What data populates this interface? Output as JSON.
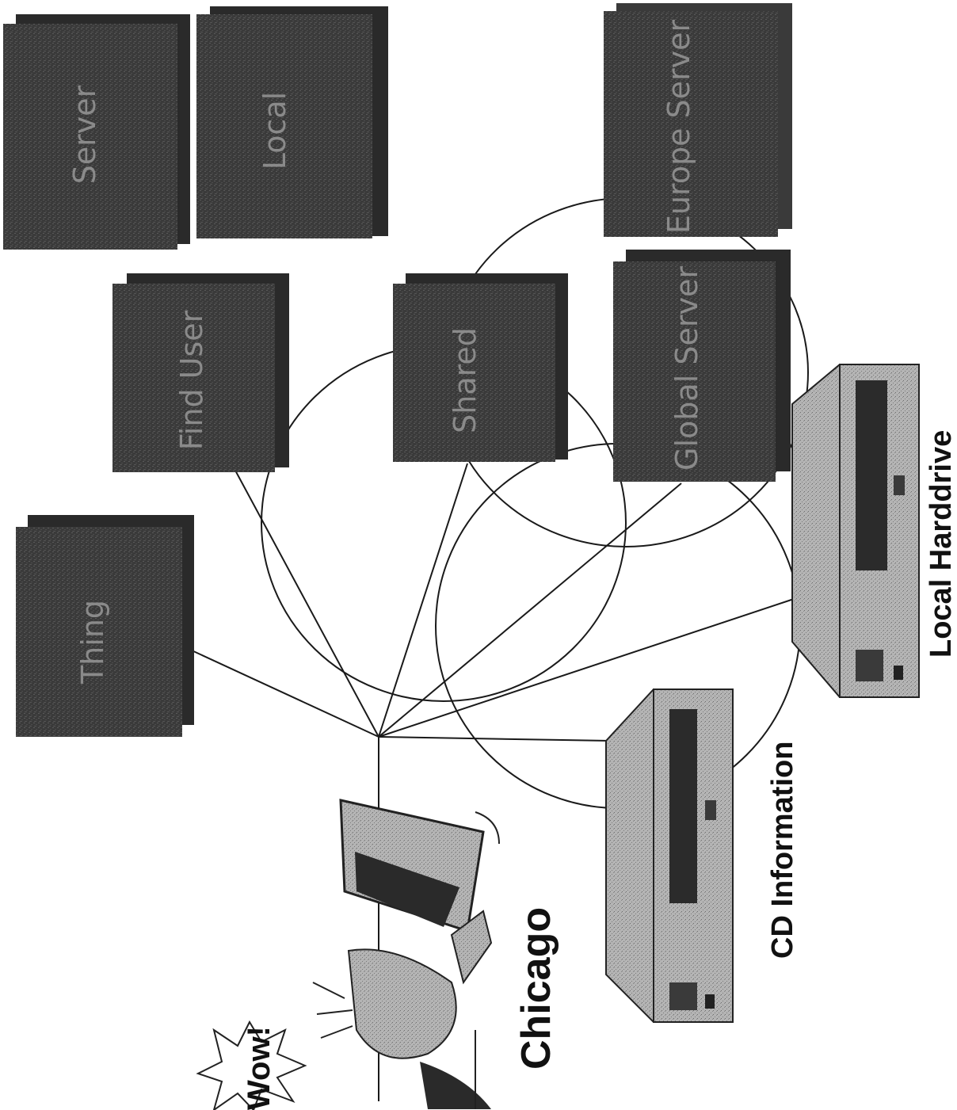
{
  "labels": {
    "wow": "Wow!",
    "city": "Chicago",
    "cd": "CD Information",
    "local": "Local Harddrive"
  },
  "panels": [
    {
      "id": "panel-1",
      "text": "Thing"
    },
    {
      "id": "panel-2",
      "text": "Find User"
    },
    {
      "id": "panel-3",
      "text": "Shared"
    },
    {
      "id": "panel-4",
      "text": "Server"
    },
    {
      "id": "panel-5",
      "text": "Local"
    },
    {
      "id": "panel-6",
      "text": "Global Server"
    },
    {
      "id": "panel-7",
      "text": "Europe Server"
    }
  ],
  "devices": [
    {
      "id": "cd-drive",
      "kind": "drive-icon"
    },
    {
      "id": "local-harddrive",
      "kind": "drive-icon"
    }
  ],
  "colors": {
    "panel": "#3c3c3c",
    "panel_back": "#2a2a2a",
    "device": "#9a9a9a",
    "line": "#1a1a1a"
  }
}
